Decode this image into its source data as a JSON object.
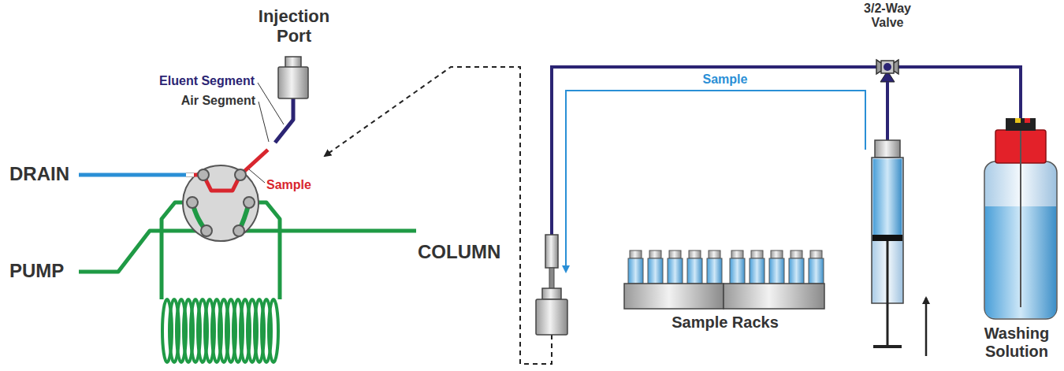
{
  "diagram": {
    "labels": [
      "Injection Port",
      "Eluent Segment",
      "Air Segment",
      "Sample",
      "DRAIN",
      "PUMP",
      "COLUMN",
      "3/2-Way Valve",
      "Sample",
      "Sample Racks",
      "Washing Solution"
    ]
  }
}
